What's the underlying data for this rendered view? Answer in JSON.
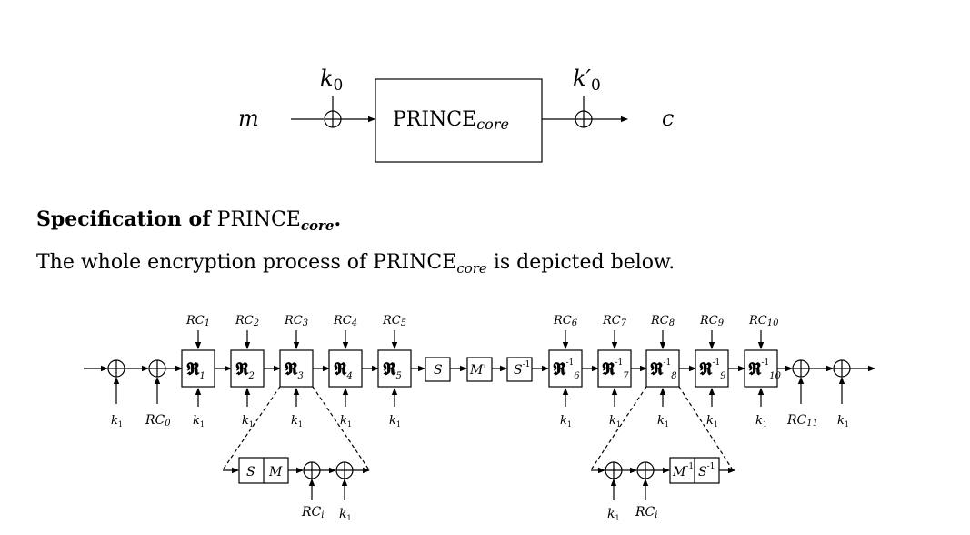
{
  "top_diagram": {
    "input": "m",
    "output": "c",
    "key_in": "k",
    "key_in_sub": "0",
    "key_out": "k′",
    "key_out_sub": "0",
    "core_name": "PRINCE",
    "core_sub": "core"
  },
  "spec": {
    "heading_bold": "Specification of",
    "heading_name": "PRINCE",
    "heading_sub": "core",
    "heading_end": ".",
    "text_before": "The whole encryption process of",
    "text_name": "PRINCE",
    "text_sub": "core",
    "text_after": "is depicted below."
  },
  "chain": {
    "rc_forward": [
      "1",
      "2",
      "3",
      "4",
      "5"
    ],
    "rc_backward": [
      "6",
      "7",
      "8",
      "9",
      "10"
    ],
    "round_fwd": [
      "1",
      "2",
      "3",
      "4",
      "5"
    ],
    "round_bwd": [
      "6",
      "7",
      "8",
      "9",
      "10"
    ],
    "round_glyph": "𝕽",
    "inverse_mark": "-1",
    "rc_prefix": "RC",
    "rc0": "0",
    "rc11": "11",
    "k1": "k",
    "k1_sub": "1",
    "middle_s": "S",
    "middle_m": "M'",
    "middle_sinv": "S",
    "middle_sinv_sup": "-1"
  },
  "detail_forward": {
    "s": "S",
    "m": "M",
    "rci": "RC",
    "rci_sub": "i",
    "k": "k",
    "k_sub": "1"
  },
  "detail_backward": {
    "minv": "M",
    "minv_sup": "-1",
    "sinv": "S",
    "sinv_sup": "-1",
    "rci": "RC",
    "rci_sub": "i",
    "k": "k",
    "k_sub": "1"
  }
}
